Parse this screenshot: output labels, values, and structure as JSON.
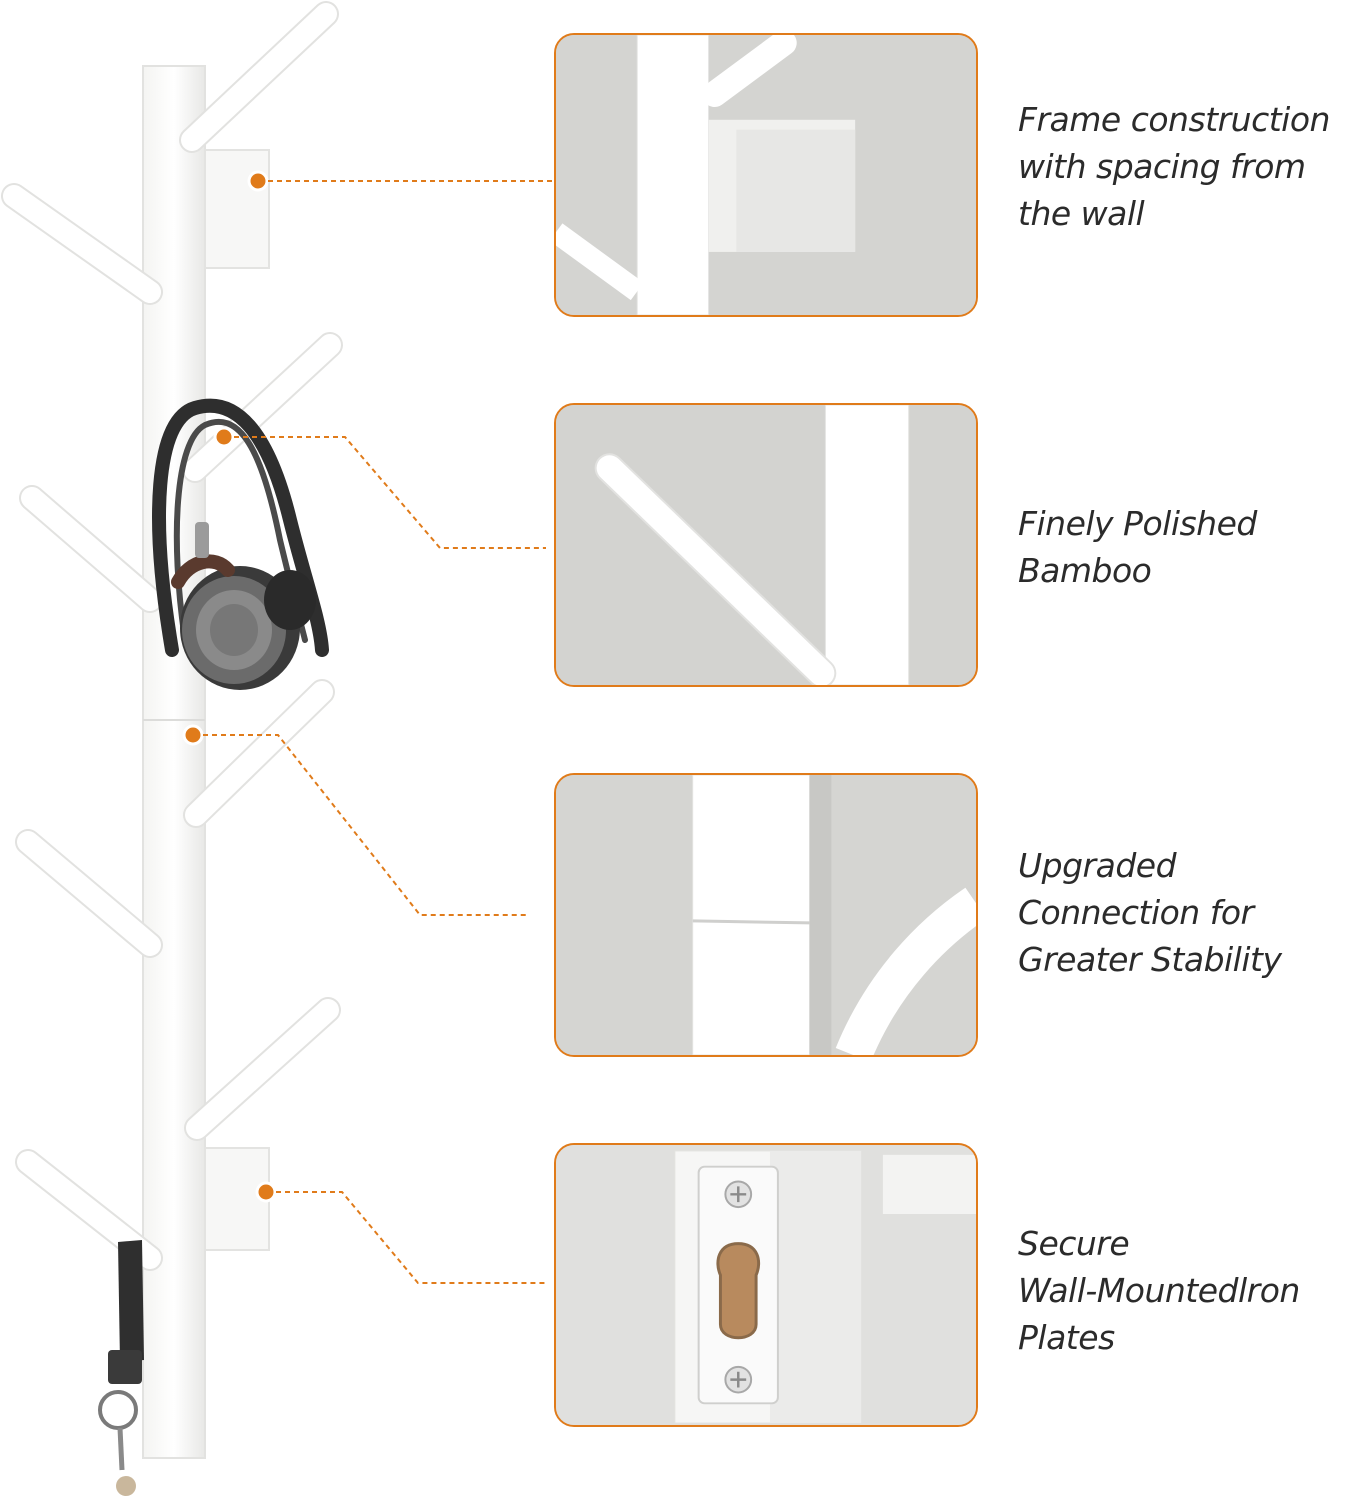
{
  "features": [
    {
      "id": "frame",
      "lines": [
        "Frame construction",
        "with spacing from",
        "the wall"
      ]
    },
    {
      "id": "bamboo",
      "lines": [
        "Finely Polished",
        "Bamboo"
      ]
    },
    {
      "id": "connection",
      "lines": [
        "Upgraded",
        "Connection for",
        "Greater Stability"
      ]
    },
    {
      "id": "plates",
      "lines": [
        "Secure",
        "Wall-Mountedlron",
        "Plates"
      ]
    }
  ],
  "colors": {
    "accent": "#e07b1a",
    "wall": "#d6d6d3",
    "wood": "#ffffff",
    "text": "#2b2b2b"
  },
  "icons": [
    "headphones-icon",
    "key-ring-icon",
    "screw-icon",
    "keyhole-icon"
  ]
}
